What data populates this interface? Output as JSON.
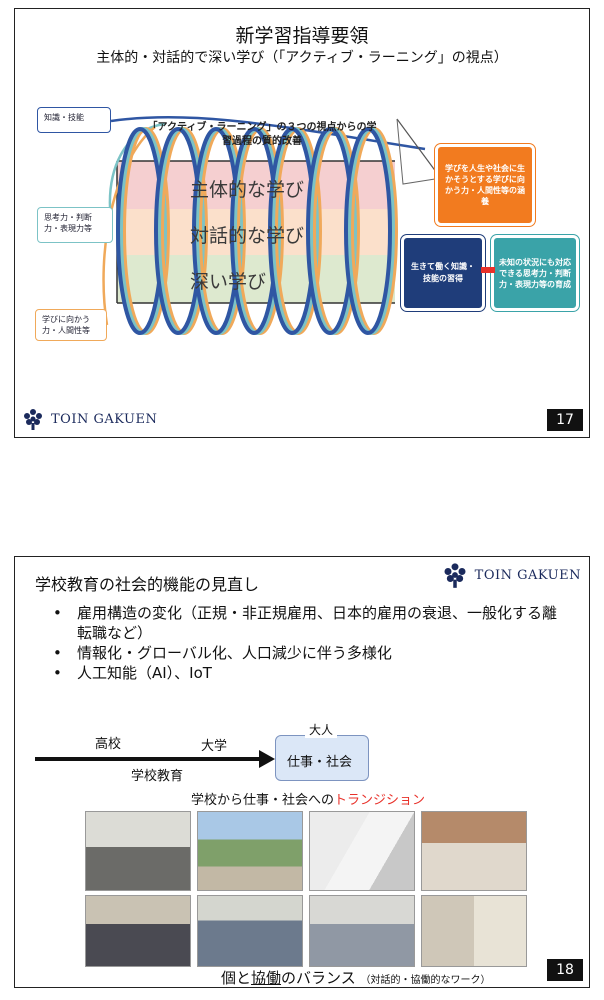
{
  "slide17": {
    "title": "新学習指導要領",
    "subtitle": "主体的・対話的で深い学び（「アクティブ・ラーニング」の視点）",
    "left_boxes": [
      "知識・技能",
      "思考力・判断力・表現力等",
      "学びに向かう力・人間性等"
    ],
    "coil_caption": "「アクティブ・ラーニング」の３つの視点からの学習過程の質的改善",
    "bands": [
      "主体的な学び",
      "対話的な学び",
      "深い学び"
    ],
    "right_boxes": {
      "top": "学びを人生や社会に生かそうとする学びに向かう力・人間性等の涵養",
      "left": "生きて働く知識・技能の習得",
      "right": "未知の状況にも対応できる思考力・判断力・表現力等の育成"
    },
    "logo_text": "TOIN GAKUEN",
    "page_number": "17"
  },
  "slide18": {
    "heading": "学校教育の社会的機能の見直し",
    "logo_text": "TOIN GAKUEN",
    "bullets": [
      "雇用構造の変化（正規・非正規雇用、日本的雇用の衰退、一般化する離転職など）",
      "情報化・グローバル化、人口減少に伴う多様化",
      "人工知能（AI）、IoT"
    ],
    "arrow_labels": {
      "high_school": "高校",
      "university": "大学",
      "school_education": "学校教育"
    },
    "adult_box": {
      "label": "大人",
      "content": "仕事・社会"
    },
    "transition_prefix": "学校から仕事・社会への",
    "transition_highlight": "トランジション",
    "footer_part1": "個と",
    "footer_part2": "協働",
    "footer_part3": "のバランス",
    "footer_small": "（対話的・協働的なワーク）",
    "page_number": "18",
    "colors": {
      "transition": "#e8312a",
      "adult_box": "#dbe7f7"
    }
  }
}
